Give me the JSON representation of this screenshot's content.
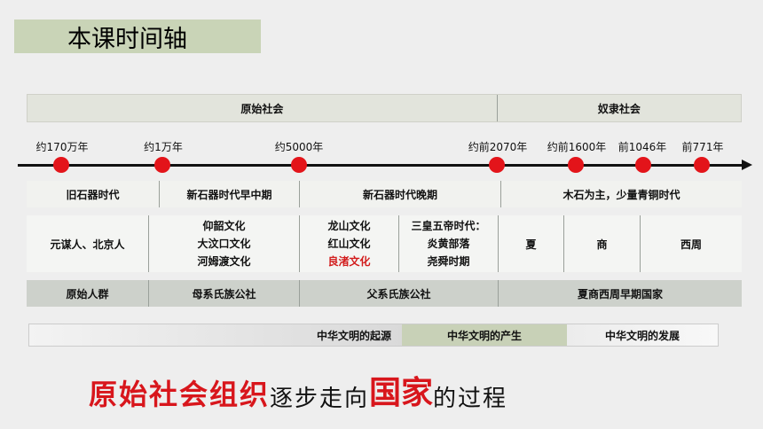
{
  "title": "本课时间轴",
  "eras": [
    "原始社会",
    "奴隶社会"
  ],
  "dates": [
    "约170万年",
    "约1万年",
    "约5000年",
    "约前2070年",
    "约前1600年",
    "前1046年",
    "前771年"
  ],
  "periods": [
    "旧石器时代",
    "新石器时代早中期",
    "新石器时代晚期",
    "木石为主，少量青铜时代"
  ],
  "cultures": {
    "c1": "元谋人、北京人",
    "c2": [
      "仰韶文化",
      "大汶口文化",
      "河姆渡文化"
    ],
    "c3": [
      "龙山文化",
      "红山文化",
      "良渚文化"
    ],
    "c4": [
      "三皇五帝时代：",
      "炎黄部落",
      "尧舜时期"
    ],
    "c5": "夏",
    "c6": "商",
    "c7": "西周"
  },
  "organizations": [
    "原始人群",
    "母系氏族公社",
    "父系氏族公社",
    "夏商西周早期国家"
  ],
  "civilization": [
    "中华文明的起源",
    "中华文明的产生",
    "中华文明的发展"
  ],
  "slogan": {
    "p1": "原始社会组织",
    "p2": "逐步走向",
    "p3": "国家",
    "p4": "的过程"
  },
  "colors": {
    "accent": "#e3141a",
    "title_bg": "#c9d4b7"
  }
}
